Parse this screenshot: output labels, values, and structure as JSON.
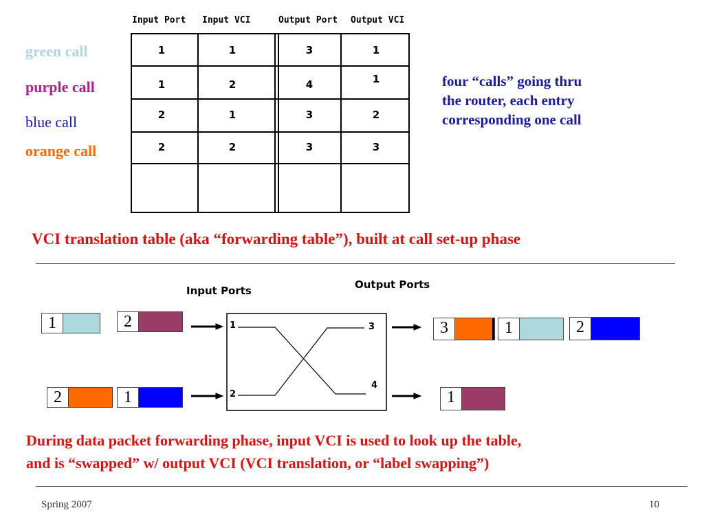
{
  "calls": {
    "green": {
      "label": "green call",
      "color": "#a8d8dc"
    },
    "purple": {
      "label": "purple call",
      "color": "#b0208c"
    },
    "blue": {
      "label": "blue call",
      "color": "#1a1aa6"
    },
    "orange": {
      "label": "orange call",
      "color": "#ff6a00"
    }
  },
  "table": {
    "headers": [
      "Input Port",
      "Input VCI",
      "Output Port",
      "Output VCI"
    ],
    "rows": [
      [
        "1",
        "1",
        "3",
        "1"
      ],
      [
        "1",
        "2",
        "4",
        "1"
      ],
      [
        "2",
        "1",
        "3",
        "2"
      ],
      [
        "2",
        "2",
        "3",
        "3"
      ]
    ]
  },
  "note": {
    "line1": "four “calls” going thru",
    "line2": "the router,  each entry",
    "line3": "corresponding one call"
  },
  "caption1": "VCI translation table (aka “forwarding table”), built at call set-up phase",
  "switch": {
    "input_label": "Input Ports",
    "output_label": "Output Ports",
    "in1": "1",
    "in2": "2",
    "out3": "3",
    "out4": "4"
  },
  "packets": {
    "in_top_a": {
      "vci": "1",
      "color": "#add8dc"
    },
    "in_top_b": {
      "vci": "2",
      "color": "#9b3b68"
    },
    "in_bot_a": {
      "vci": "2",
      "color": "#ff6a00"
    },
    "in_bot_b": {
      "vci": "1",
      "color": "#0000ff"
    },
    "out_top_a": {
      "vci": "3",
      "color": "#ff6a00"
    },
    "out_top_b": {
      "vci": "1",
      "color": "#add8dc"
    },
    "out_top_c": {
      "vci": "2",
      "color": "#0000ff"
    },
    "out_bot_a": {
      "vci": "1",
      "color": "#9b3b68"
    }
  },
  "caption2": {
    "line1": "During data packet forwarding phase, input VCI is used to look up the table,",
    "line2": "and is “swapped” w/ output VCI  (VCI translation, or “label swapping”)"
  },
  "footer": {
    "left": "Spring 2007",
    "right": "10"
  }
}
